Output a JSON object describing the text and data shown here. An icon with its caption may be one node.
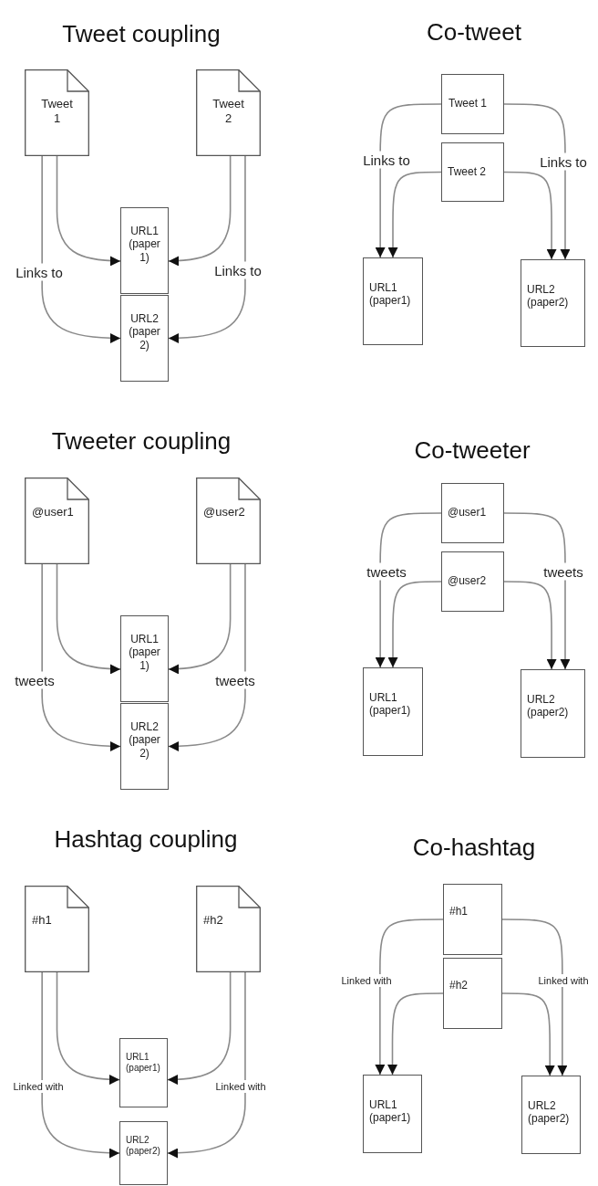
{
  "diagram": {
    "nodes": [
      {
        "text": [
          "Tweet 1"
        ]
      },
      {
        "text": [
          "Tweet 2"
        ]
      },
      {
        "text": [
          "URL1 (paper 1)"
        ]
      },
      {
        "text": [
          "URL2 (paper 2)"
        ]
      },
      {
        "text": [
          "Tweet 1"
        ]
      },
      {
        "text": [
          "Tweet 2"
        ]
      },
      {
        "text": [
          "URL1 (paper1)"
        ]
      },
      {
        "text": [
          "URL2 (paper2)"
        ]
      },
      {
        "text": [
          "@user1"
        ]
      },
      {
        "text": [
          "@user2"
        ]
      },
      {
        "text": [
          "URL1 (paper 1)"
        ]
      },
      {
        "text": [
          "URL2 (paper 2)"
        ]
      },
      {
        "text": [
          "@user1"
        ]
      },
      {
        "text": [
          "@user2"
        ]
      },
      {
        "text": [
          "URL1 (paper1)"
        ]
      },
      {
        "text": [
          "URL2 (paper2)"
        ]
      },
      {
        "text": [
          "#h1"
        ]
      },
      {
        "text": [
          "#h2"
        ]
      },
      {
        "text": [
          "URL1 (paper1)"
        ]
      },
      {
        "text": [
          "URL2 (paper2)"
        ]
      },
      {
        "text": [
          "#h1"
        ]
      },
      {
        "text": [
          "#h2"
        ]
      },
      {
        "text": [
          "URL1 (paper1)"
        ]
      },
      {
        "text": [
          "URL2 (paper2)"
        ]
      }
    ],
    "edges": [
      {
        "from": 0,
        "to": 2,
        "arrow": "to"
      },
      {
        "from": 0,
        "to": 3,
        "arrow": "to",
        "label": "Links to"
      },
      {
        "from": 1,
        "to": 2,
        "arrow": "to"
      },
      {
        "from": 1,
        "to": 3,
        "arrow": "to",
        "label": "Links to"
      },
      {
        "from": 4,
        "to": 6,
        "arrow": "to",
        "label": "Links to"
      },
      {
        "from": 5,
        "to": 6,
        "arrow": "to"
      },
      {
        "from": 4,
        "to": 7,
        "arrow": "to",
        "label": "Links to"
      },
      {
        "from": 5,
        "to": 7,
        "arrow": "to"
      },
      {
        "from": 8,
        "to": 10,
        "arrow": "to"
      },
      {
        "from": 8,
        "to": 11,
        "arrow": "to",
        "label": "tweets"
      },
      {
        "from": 9,
        "to": 10,
        "arrow": "to"
      },
      {
        "from": 9,
        "to": 11,
        "arrow": "to",
        "label": "tweets"
      },
      {
        "from": 12,
        "to": 14,
        "arrow": "to",
        "label": "tweets"
      },
      {
        "from": 13,
        "to": 14,
        "arrow": "to"
      },
      {
        "from": 12,
        "to": 15,
        "arrow": "to",
        "label": "tweets"
      },
      {
        "from": 13,
        "to": 15,
        "arrow": "to"
      },
      {
        "from": 16,
        "to": 18,
        "arrow": "to"
      },
      {
        "from": 16,
        "to": 19,
        "arrow": "to",
        "label": "Linked with"
      },
      {
        "from": 17,
        "to": 18,
        "arrow": "to"
      },
      {
        "from": 17,
        "to": 19,
        "arrow": "to",
        "label": "Linked with"
      },
      {
        "from": 20,
        "to": 22,
        "arrow": "to",
        "label": "Linked with"
      },
      {
        "from": 21,
        "to": 22,
        "arrow": "to"
      },
      {
        "from": 20,
        "to": 23,
        "arrow": "to",
        "label": "Linked with"
      },
      {
        "from": 21,
        "to": 23,
        "arrow": "to"
      }
    ],
    "labels": [
      "Tweet coupling",
      "Co-tweet",
      "Tweeter coupling",
      "Co-tweeter",
      "Hashtag coupling",
      "Co-hashtag"
    ]
  }
}
